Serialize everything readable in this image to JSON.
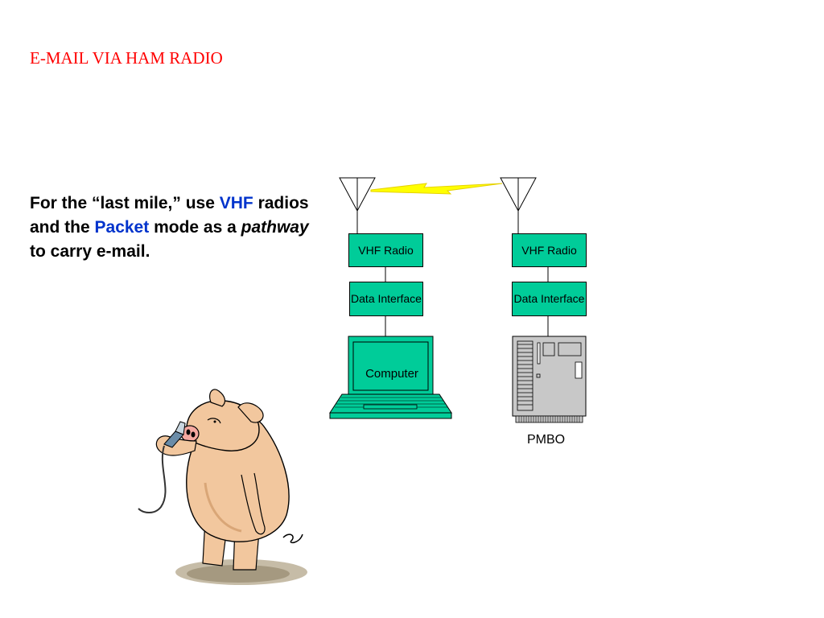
{
  "slide": {
    "title": "E-MAIL VIA HAM RADIO",
    "body": {
      "part1": "For  the “last mile,” use ",
      "vhf": "VHF",
      "part2": " radios and the ",
      "packet": "Packet",
      "part3": " mode as a ",
      "pathway": "pathway",
      "part4": " to carry e-mail."
    }
  },
  "diagram": {
    "left_station": {
      "radio_label": "VHF Radio",
      "interface_label": "Data Interface",
      "computer_label": "Computer"
    },
    "right_station": {
      "radio_label": "VHF Radio",
      "interface_label": "Data Interface",
      "server_label": "PMBO"
    }
  },
  "colors": {
    "title": "#ff0000",
    "highlight": "#0033cc",
    "box_fill": "#00cc99",
    "link_bolt": "#ffff00"
  }
}
